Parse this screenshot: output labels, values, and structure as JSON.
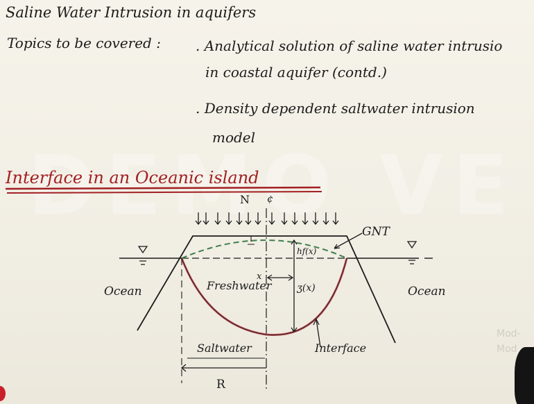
{
  "title": "Saline Water Intrusion in aquifers",
  "topics_label": "Topics to be covered :",
  "topics": [
    ". Analytical solution of saline water intrusio",
    "in coastal aquifer (contd.)",
    ". Density dependent saltwater intrusion",
    "model"
  ],
  "section_heading": "Interface in an Oceanic island",
  "diagram": {
    "recharge_label": "N",
    "centerline_label": "¢",
    "gnt_label": "GNT",
    "ocean_left": "Ocean",
    "ocean_right": "Ocean",
    "freshwater_label": "Freshwater",
    "x_label": "x",
    "hf_label": "hf(x)",
    "z_label": "ʒ(x)",
    "saltwater_label": "Saltwater",
    "interface_label": "Interface",
    "r_label": "R"
  },
  "watermark": "DEMO VE",
  "side_tag": "Mod-\nMod",
  "colors": {
    "ink": "#1b1b1b",
    "heading_red": "#a21f22",
    "interface_pink": "#c0555c",
    "water_table_green": "#3f7f4a"
  }
}
